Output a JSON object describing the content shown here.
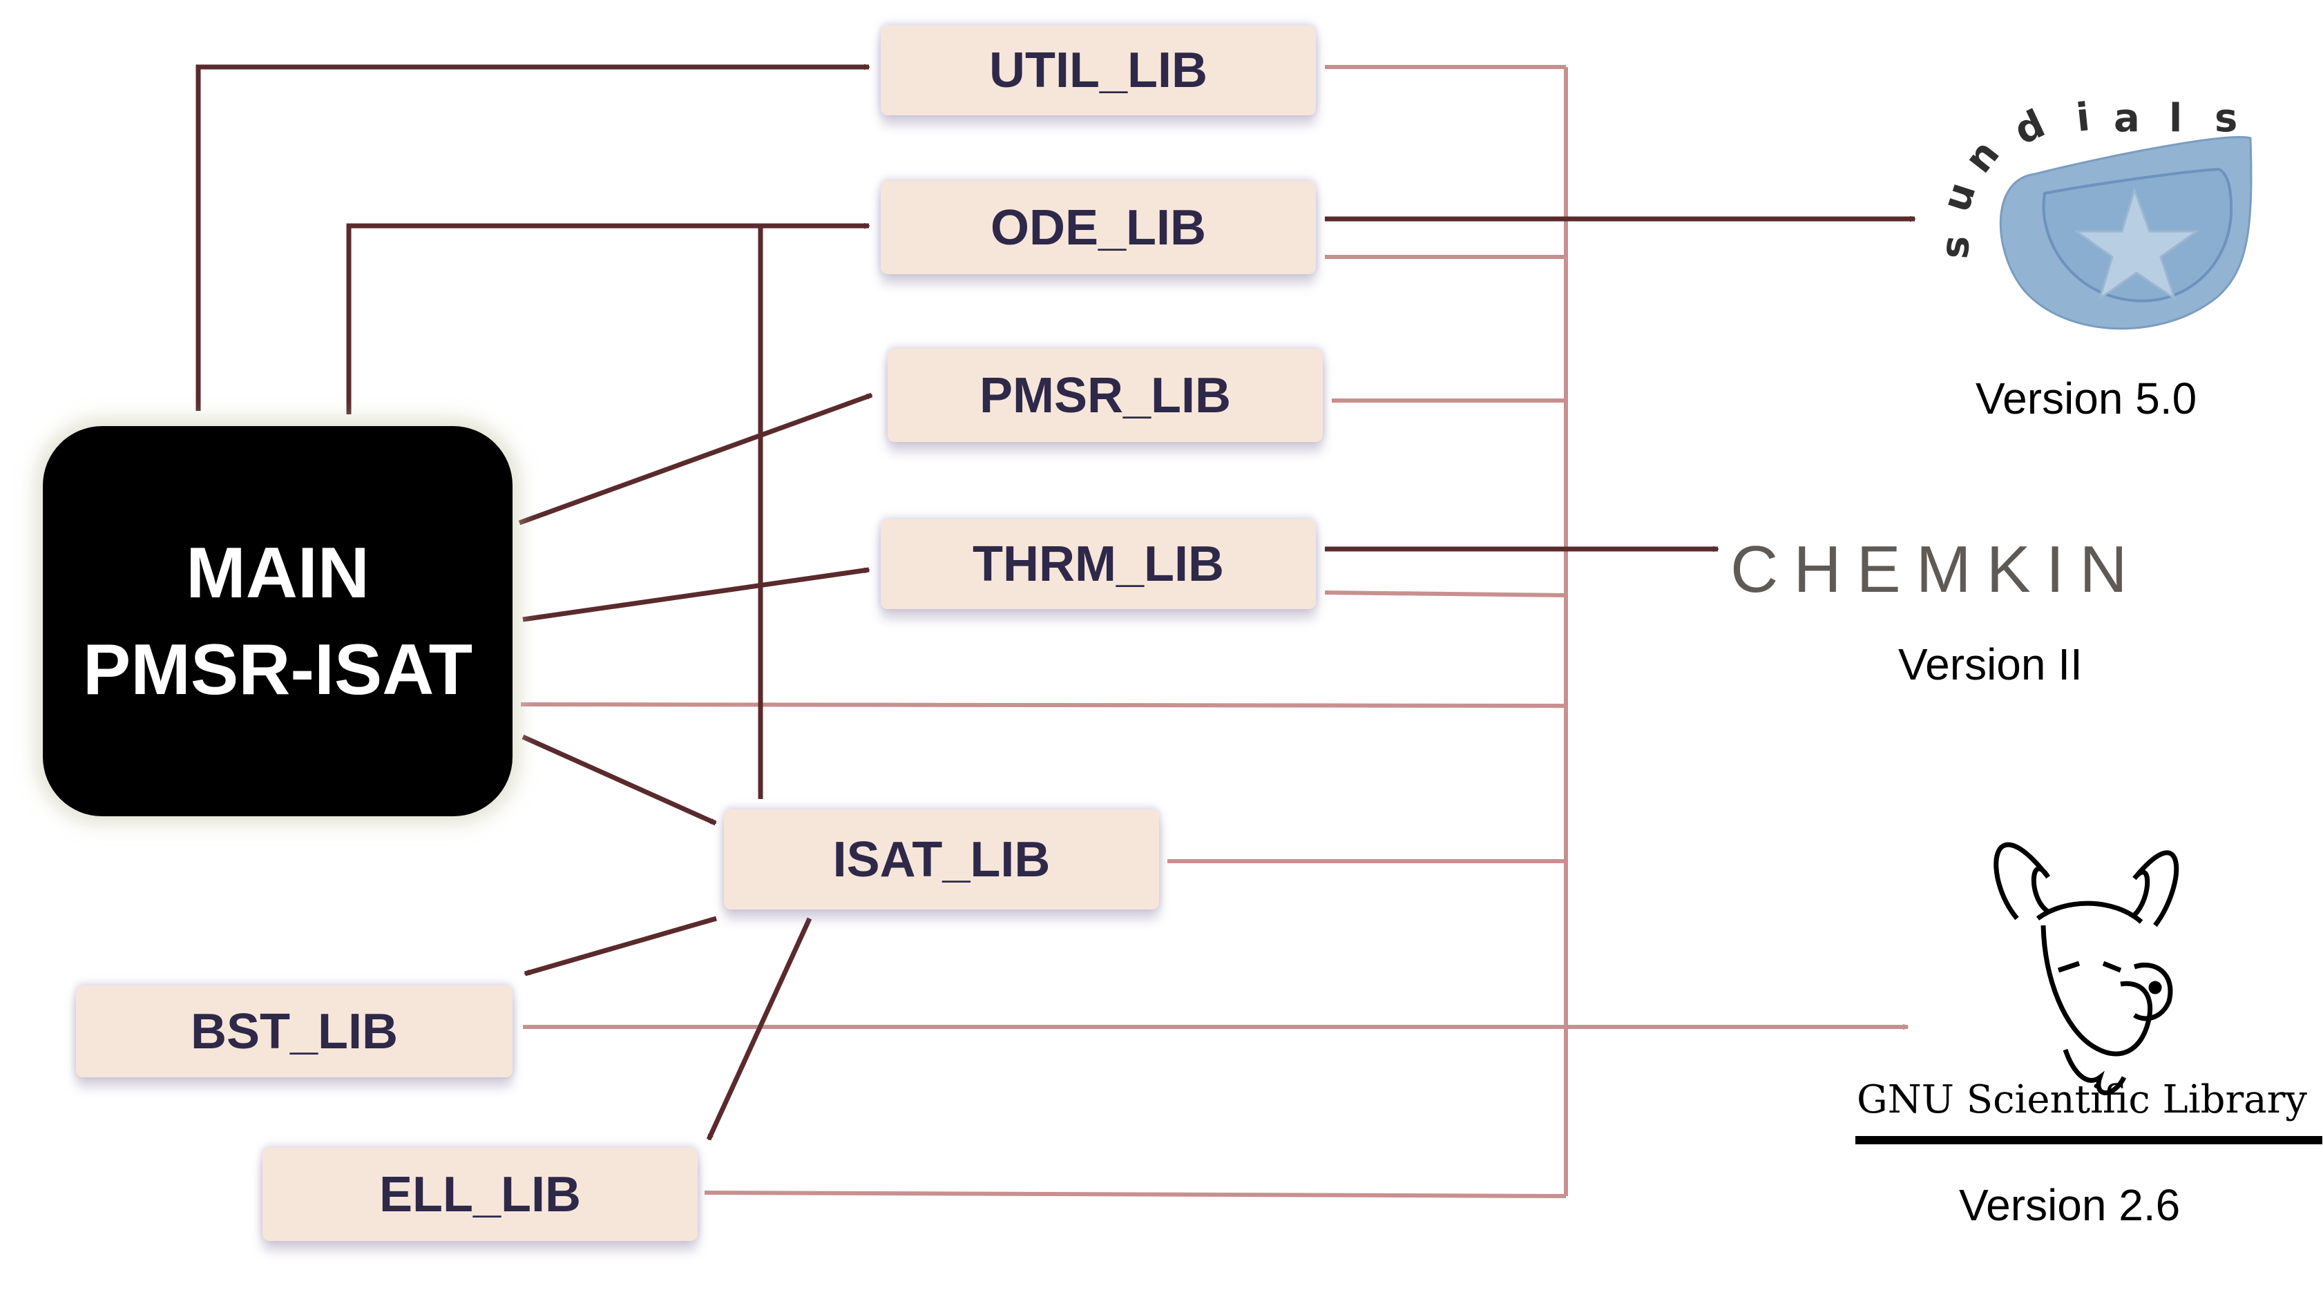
{
  "main": {
    "line1": "MAIN",
    "line2": "PMSR-ISAT"
  },
  "libraries": {
    "util": "UTIL_LIB",
    "ode": "ODE_LIB",
    "pmsr": "PMSR_LIB",
    "thrm": "THRM_LIB",
    "isat": "ISAT_LIB",
    "bst": "BST_LIB",
    "ell": "ELL_LIB"
  },
  "external": {
    "sundials": {
      "logo_text": "sundials",
      "version": "Version 5.0"
    },
    "chemkin": {
      "logo_text": "CHEMKIN",
      "version": "Version II"
    },
    "gsl": {
      "logo_text": "GNU Scientific Library",
      "version": "Version 2.6"
    }
  },
  "colors": {
    "arrow": "#5a2a2c",
    "connector": "#c98f8f",
    "box_fill": "#f6e6da",
    "box_text": "#2e2849",
    "main_fill": "#000000"
  }
}
